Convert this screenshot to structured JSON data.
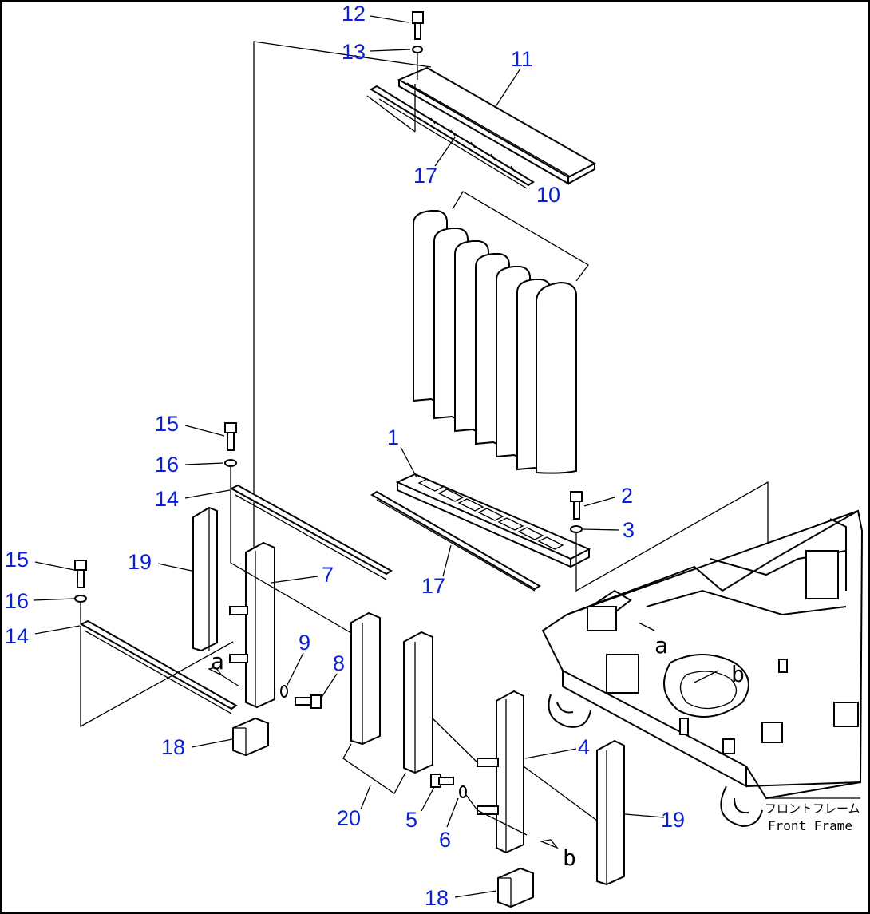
{
  "callouts": [
    {
      "id": "12",
      "label": "12"
    },
    {
      "id": "13",
      "label": "13"
    },
    {
      "id": "11",
      "label": "11"
    },
    {
      "id": "17a",
      "label": "17"
    },
    {
      "id": "10",
      "label": "10"
    },
    {
      "id": "1",
      "label": "1"
    },
    {
      "id": "2",
      "label": "2"
    },
    {
      "id": "3",
      "label": "3"
    },
    {
      "id": "17b",
      "label": "17"
    },
    {
      "id": "15a",
      "label": "15"
    },
    {
      "id": "16a",
      "label": "16"
    },
    {
      "id": "14a",
      "label": "14"
    },
    {
      "id": "19a",
      "label": "19"
    },
    {
      "id": "7",
      "label": "7"
    },
    {
      "id": "15b",
      "label": "15"
    },
    {
      "id": "16b",
      "label": "16"
    },
    {
      "id": "14b",
      "label": "14"
    },
    {
      "id": "9",
      "label": "9"
    },
    {
      "id": "8",
      "label": "8"
    },
    {
      "id": "18a",
      "label": "18"
    },
    {
      "id": "20",
      "label": "20"
    },
    {
      "id": "4",
      "label": "4"
    },
    {
      "id": "5",
      "label": "5"
    },
    {
      "id": "6",
      "label": "6"
    },
    {
      "id": "19b",
      "label": "19"
    },
    {
      "id": "18b",
      "label": "18"
    }
  ],
  "reference_letters": {
    "a1": "a",
    "a2": "a",
    "b1": "b",
    "b2": "b"
  },
  "frame_label": {
    "japanese": "フロントフレーム",
    "english": "Front Frame"
  },
  "colors": {
    "callout": "#0b1fd6",
    "line": "#000000",
    "background": "#ffffff"
  }
}
